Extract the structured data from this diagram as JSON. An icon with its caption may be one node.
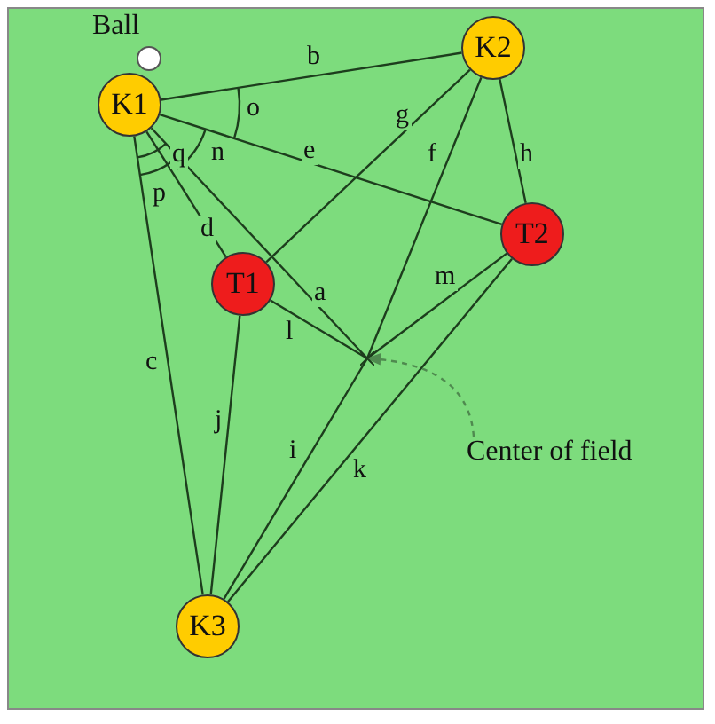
{
  "diagram": {
    "nodes": [
      {
        "text": [
          "Ball"
        ]
      },
      {
        "text": [
          "K1"
        ]
      },
      {
        "text": [
          "K2"
        ]
      },
      {
        "text": [
          "T1"
        ]
      },
      {
        "text": [
          "T2"
        ]
      },
      {
        "text": [],
        "shape": "point"
      },
      {
        "text": [
          "Center of field"
        ]
      },
      {
        "text": [
          "K3"
        ]
      }
    ],
    "edges": [
      {
        "from": 1,
        "to": 5,
        "arrow": "none",
        "label": "a"
      },
      {
        "from": 1,
        "to": 2,
        "arrow": "none",
        "label": "b"
      },
      {
        "from": 1,
        "to": 7,
        "arrow": "none",
        "label": "c"
      },
      {
        "from": 1,
        "to": 3,
        "arrow": "none",
        "label": "d"
      },
      {
        "from": 1,
        "to": 4,
        "arrow": "none",
        "label": "e"
      },
      {
        "from": 2,
        "to": 5,
        "arrow": "none",
        "label": "f"
      },
      {
        "from": 2,
        "to": 3,
        "arrow": "none",
        "label": "g"
      },
      {
        "from": 2,
        "to": 4,
        "arrow": "none",
        "label": "h"
      },
      {
        "from": 5,
        "to": 7,
        "arrow": "none",
        "label": "i"
      },
      {
        "from": 3,
        "to": 7,
        "arrow": "none",
        "label": "j"
      },
      {
        "from": 4,
        "to": 7,
        "arrow": "none",
        "label": "k"
      },
      {
        "from": 3,
        "to": 5,
        "arrow": "none",
        "label": "l"
      },
      {
        "from": 4,
        "to": 5,
        "arrow": "none",
        "label": "m"
      },
      {
        "from": 6,
        "to": 5,
        "arrow": "to",
        "style": "dashed",
        "color": "#4f8a4f"
      }
    ],
    "labels": [
      "o",
      "q",
      "n",
      "p"
    ]
  }
}
